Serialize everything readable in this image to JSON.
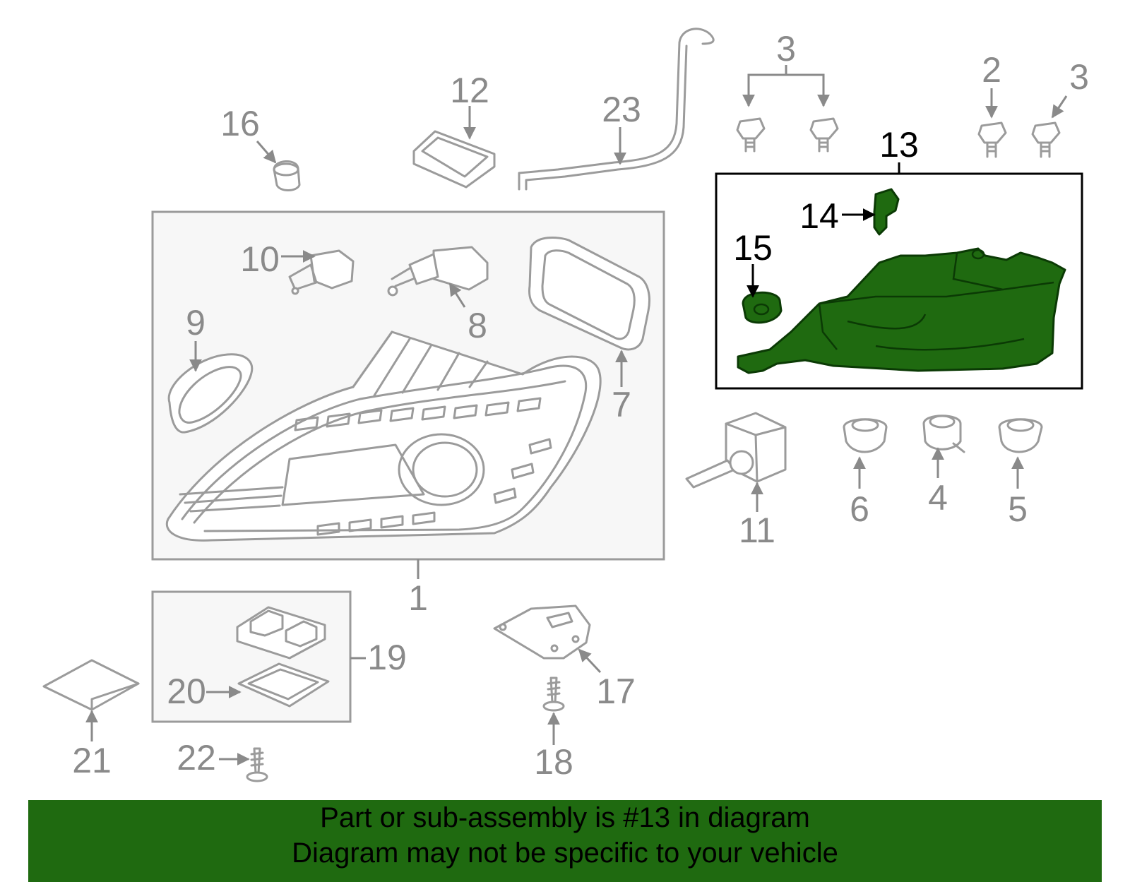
{
  "colors": {
    "highlight_fill": "#1f6a10",
    "banner_bg": "#1f6a10",
    "part_line": "#9b9b9b",
    "label_gray": "#8a8a8a",
    "label_highlight": "#000000",
    "group_box_fill": "#f7f7f7"
  },
  "callouts": {
    "c1": "1",
    "c2": "2",
    "c3a": "3",
    "c3b": "3",
    "c4": "4",
    "c5": "5",
    "c6": "6",
    "c7": "7",
    "c8": "8",
    "c9": "9",
    "c10": "10",
    "c11": "11",
    "c12": "12",
    "c13": "13",
    "c14": "14",
    "c15": "15",
    "c16": "16",
    "c17": "17",
    "c18": "18",
    "c19": "19",
    "c20": "20",
    "c21": "21",
    "c22": "22",
    "c23": "23"
  },
  "highlighted_part": "13",
  "banner": {
    "line1": "Part or sub-assembly is #13 in diagram",
    "line2": "Diagram may not be specific to your vehicle"
  }
}
